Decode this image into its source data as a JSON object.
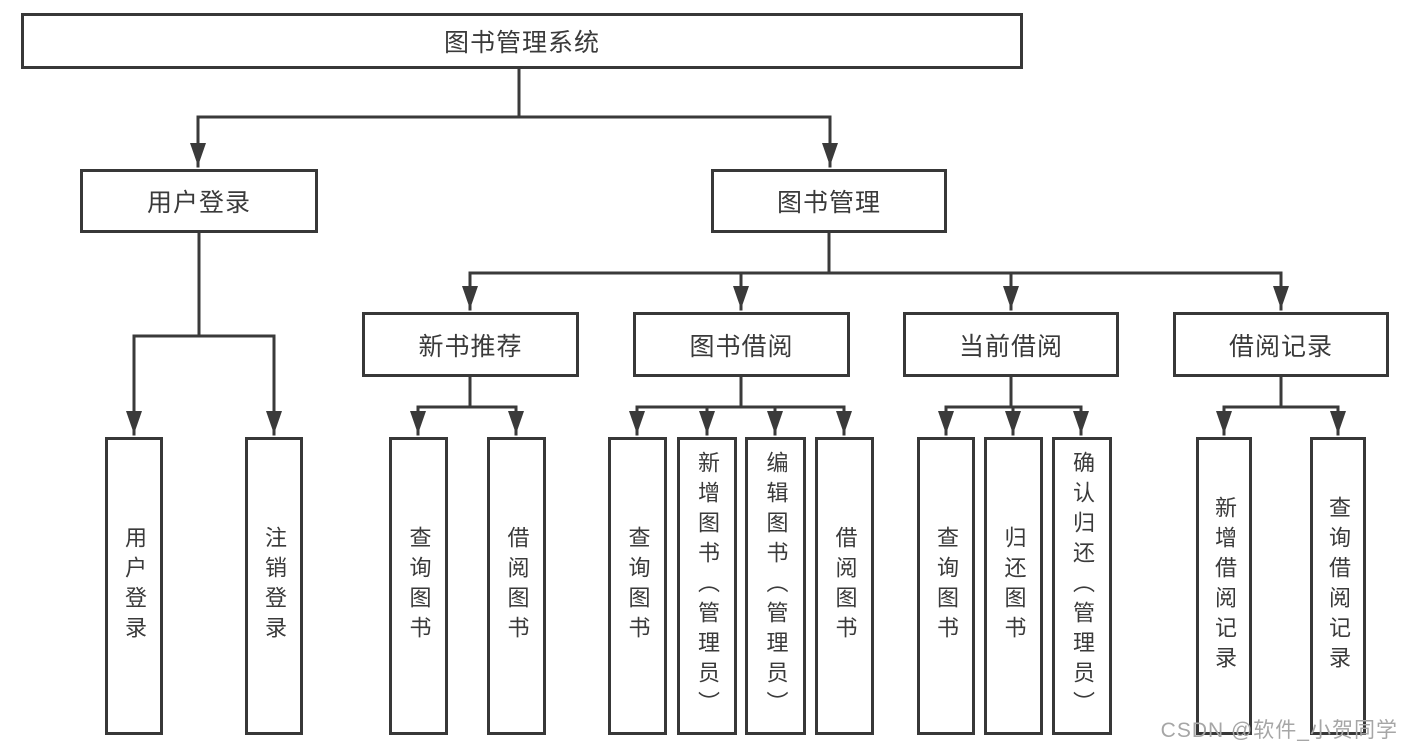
{
  "diagram": {
    "root": {
      "label": "图书管理系统"
    },
    "level2": {
      "user_login": {
        "label": "用户登录"
      },
      "book_mgmt": {
        "label": "图书管理"
      }
    },
    "level3": {
      "new_book": {
        "label": "新书推荐"
      },
      "book_borrow": {
        "label": "图书借阅"
      },
      "current_borrow": {
        "label": "当前借阅"
      },
      "borrow_record": {
        "label": "借阅记录"
      }
    },
    "leaves": {
      "user_login": {
        "label": "用户登录",
        "parent": "用户登录"
      },
      "logout": {
        "label": "注销登录",
        "parent": "用户登录"
      },
      "nb_query": {
        "label": "查询图书",
        "parent": "新书推荐"
      },
      "nb_borrow": {
        "label": "借阅图书",
        "parent": "新书推荐"
      },
      "bb_query": {
        "label": "查询图书",
        "parent": "图书借阅"
      },
      "bb_add": {
        "label": "新增图书（管理员）",
        "parent": "图书借阅"
      },
      "bb_edit": {
        "label": "编辑图书（管理员）",
        "parent": "图书借阅"
      },
      "bb_borrow": {
        "label": "借阅图书",
        "parent": "图书借阅"
      },
      "cb_query": {
        "label": "查询图书",
        "parent": "当前借阅"
      },
      "cb_return": {
        "label": "归还图书",
        "parent": "当前借阅"
      },
      "cb_confirm": {
        "label": "确认归还（管理员）",
        "parent": "当前借阅"
      },
      "br_add": {
        "label": "新增借阅记录",
        "parent": "借阅记录"
      },
      "br_query": {
        "label": "查询借阅记录",
        "parent": "借阅记录"
      }
    }
  },
  "watermark": {
    "text": "CSDN @软件_小贺同学"
  },
  "colors": {
    "line": "#3a3a3a",
    "border": "#383838",
    "text": "#3a3a3a",
    "background": "#ffffff",
    "watermark": "#a6a6a6"
  }
}
